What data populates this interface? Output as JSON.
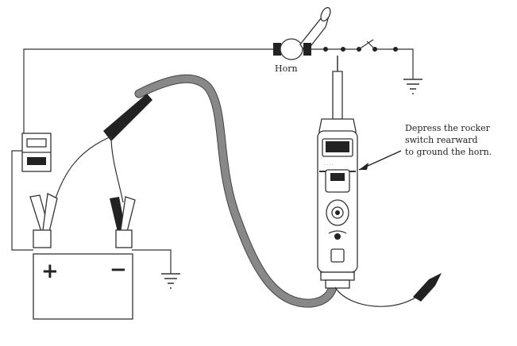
{
  "labels": {
    "horn": "Horn",
    "instruction_line1": "Depress the rocker",
    "instruction_line2": "switch rearward",
    "instruction_line3": "to ground the horn.",
    "battery_plus": "+",
    "battery_minus": "−"
  }
}
